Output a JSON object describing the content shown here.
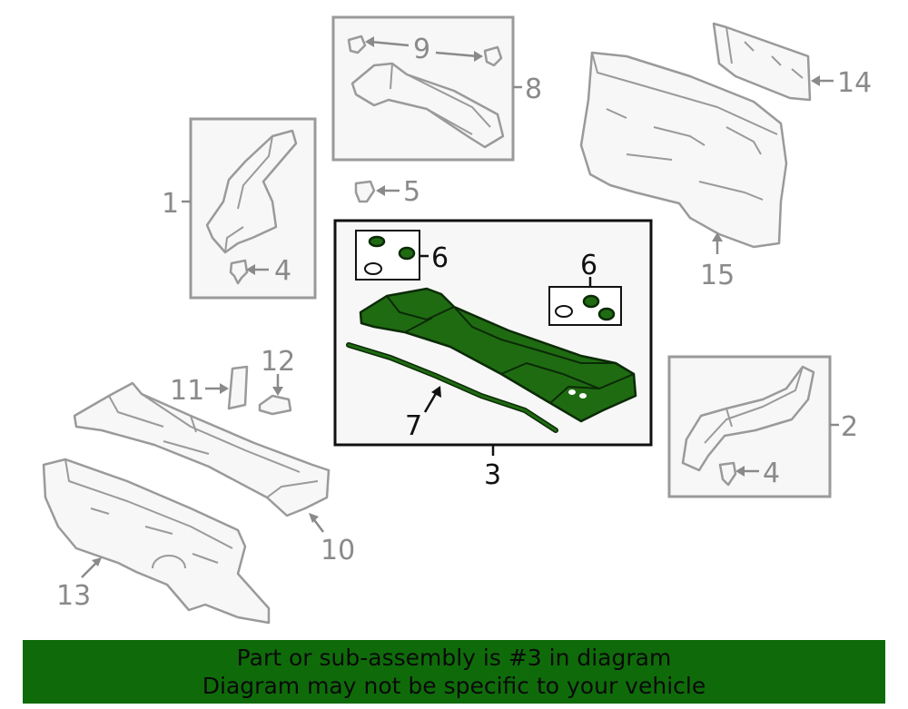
{
  "diagram": {
    "callouts": {
      "c1": "1",
      "c2": "2",
      "c3": "3",
      "c4a": "4",
      "c4b": "4",
      "c5": "5",
      "c6a": "6",
      "c6b": "6",
      "c7": "7",
      "c8": "8",
      "c9": "9",
      "c10": "10",
      "c11": "11",
      "c12": "12",
      "c13": "13",
      "c14": "14",
      "c15": "15"
    },
    "colors": {
      "highlight_fill": "#1f6b12",
      "highlight_stroke": "#0b2a06",
      "part_stroke": "#9a9a9a",
      "label_grey": "#8a8a8a",
      "banner_bg": "#0f6b0a"
    }
  },
  "banner": {
    "line1": "Part or sub-assembly is #3 in diagram",
    "line2": "Diagram may not be specific to your vehicle"
  }
}
